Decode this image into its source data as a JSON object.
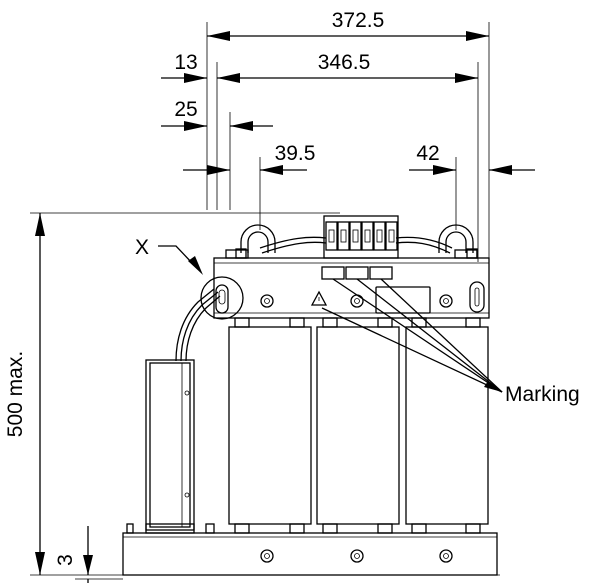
{
  "dimensions": {
    "overall_width": "372.5",
    "inner_width": "346.5",
    "left_offset_13": "13",
    "left_offset_25": "25",
    "left_gap_39_5": "39.5",
    "right_gap_42": "42",
    "height_max": "500 max.",
    "base_height": "3"
  },
  "labels": {
    "detail_x": "X",
    "marking": "Marking"
  }
}
